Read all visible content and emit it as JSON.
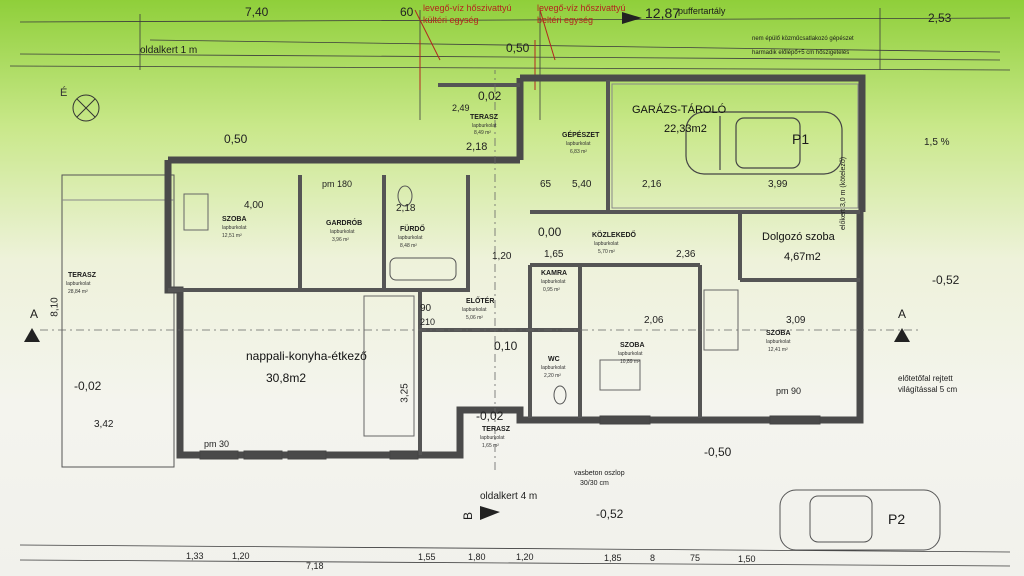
{
  "top": {
    "dim_740": "7,40",
    "dim_60": "60",
    "levego1_a": "levegő-víz hőszivattyú",
    "levego1_b": "kültéri egység",
    "levego2_a": "levegő-víz hőszivattyú",
    "levego2_b": "beltéri egység",
    "dim_1287": "12,87",
    "puffertartaly": "puffertartály",
    "dim_253": "2,53",
    "oldalkert_1m": "oldalkert 1 m",
    "dim_050_top": "0,50",
    "note_right1": "nem épülő közműcsatlakozó gépészet",
    "note_right2": "harmadik előlépő+5 cm hőszigetelés"
  },
  "rooms": {
    "terasz_top": {
      "name": "TERASZ",
      "sub": "lapburkolat",
      "area": "8,49 m²"
    },
    "gepeszet": {
      "name": "GÉPÉSZET",
      "sub": "lapburkolat",
      "area": "6,83 m²"
    },
    "garazs": {
      "name": "GARÁZS-TÁROLÓ",
      "area": "22,33m2"
    },
    "szoba_nw": {
      "name": "SZOBA",
      "sub": "lapburkolat",
      "area": "12,51 m²"
    },
    "gardrob": {
      "name": "GARDRÓB",
      "sub": "lapburkolat",
      "area": "3,96 m²"
    },
    "furdo": {
      "name": "FÜRDŐ",
      "sub": "lapburkolat",
      "area": "8,48 m²"
    },
    "kozlekedo": {
      "name": "KÖZLEKEDŐ",
      "sub": "lapburkolat",
      "area": "5,70 m²"
    },
    "dolgozo": {
      "name": "Dolgozó szoba",
      "area": "4,67m2"
    },
    "kamra": {
      "name": "KAMRA",
      "sub": "lapburkolat",
      "area": "0,95 m²"
    },
    "eloter": {
      "name": "ELŐTÉR",
      "sub": "lapburkolat",
      "area": "5,06 m²"
    },
    "nappali": {
      "name": "nappali-konyha-étkező",
      "area": "30,8m2"
    },
    "wc": {
      "name": "WC",
      "sub": "lapburkolat",
      "area": "2,20 m²"
    },
    "szoba_mid": {
      "name": "SZOBA",
      "sub": "lapburkolat",
      "area": "10,89 m²"
    },
    "szoba_east": {
      "name": "SZOBA",
      "sub": "lapburkolat",
      "area": "12,41 m²"
    },
    "terasz_west": {
      "name": "TERASZ",
      "sub": "lapburkolat",
      "area": "28,84 m²"
    },
    "terasz_south": {
      "name": "TERASZ",
      "sub": "lapburkolat",
      "area": "1,65 m²"
    }
  },
  "dims": {
    "d_002_a": "0,02",
    "d_249": "2,49",
    "d_218a": "2,18",
    "d_050_w": "0,50",
    "d_400": "4,00",
    "d_218b": "2,18",
    "d_000": "0,00",
    "d_165": "1,65",
    "d_236": "2,36",
    "d_120": "1,20",
    "d_010": "0,10",
    "d_206": "2,06",
    "d_309": "3,09",
    "d_810": "8,10",
    "d_342": "3,42",
    "d_325": "3,25",
    "d_m002_w": "-0,02",
    "d_m002_s": "-0,02",
    "d_m050": "-0,50",
    "d_m052_e": "-0,52",
    "d_m052_s": "-0,52",
    "d_399": "3,99",
    "d_216": "2,16",
    "d_540": "5,40",
    "d_15pct": "1,5 %",
    "d_65": "65",
    "d_90": "90",
    "d_210": "210",
    "d_pm180": "pm 180",
    "d_pm90": "pm 90",
    "d_pm30": "pm 30"
  },
  "notes": {
    "oldalkert_4m": "oldalkert 4 m",
    "vasbeton1": "vasbeton oszlop",
    "vasbeton2": "30/30 cm",
    "elotetofal1": "előtetőfal rejtett",
    "elotetofal2": "világítással 5 cm",
    "elokert": "előkert 3,0 m (kötelező)"
  },
  "section_marks": {
    "a_west": "A",
    "a_east": "A",
    "b_south": "B"
  },
  "parking": {
    "p1": "P1",
    "p2": "P2"
  },
  "bottom_dims": [
    "1,33",
    "1,20",
    "7,18",
    "1,55",
    "1,80",
    "1,20",
    "1,85",
    "8",
    "75",
    "1,50"
  ],
  "colors": {
    "wall": "#4a4a4a",
    "annotation_red": "#b3261e",
    "green_top": "#8fcf3a"
  }
}
